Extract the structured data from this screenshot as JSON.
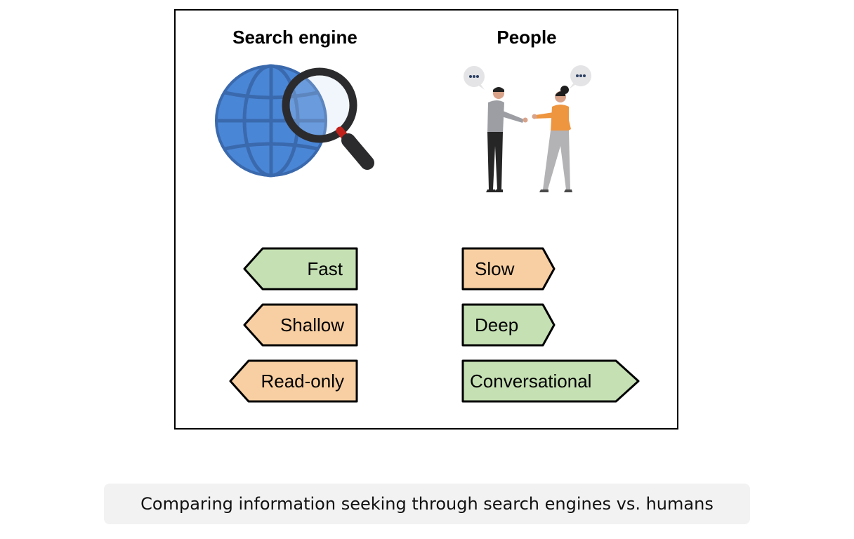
{
  "columns": {
    "left_title": "Search engine",
    "right_title": "People"
  },
  "left_tags": [
    {
      "label": "Fast",
      "color": "#c5e0b3"
    },
    {
      "label": "Shallow",
      "color": "#f8cfa2"
    },
    {
      "label": "Read-only",
      "color": "#f8cfa2"
    }
  ],
  "right_tags": [
    {
      "label": "Slow",
      "color": "#f8cfa2"
    },
    {
      "label": "Deep",
      "color": "#c5e0b3"
    },
    {
      "label": "Conversational",
      "color": "#c5e0b3"
    }
  ],
  "icons": {
    "left": "globe-magnifier-icon",
    "right": "two-people-talking-icon"
  },
  "colors": {
    "green_tag": "#c5e0b3",
    "orange_tag": "#f8cfa2",
    "globe_blue": "#4a86d6",
    "caption_bg": "#f2f2f2"
  },
  "caption": "Comparing information seeking through search engines vs. humans"
}
